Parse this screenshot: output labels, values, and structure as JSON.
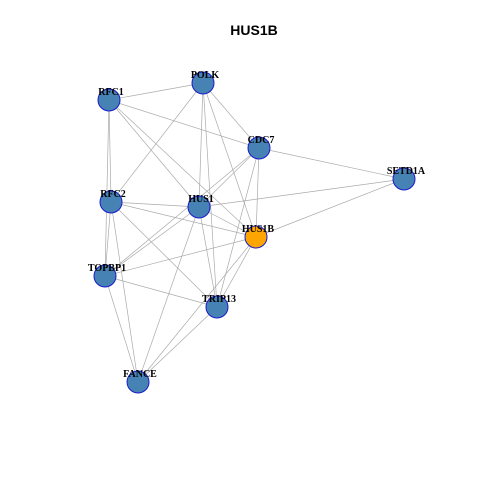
{
  "title": "HUS1B",
  "colors": {
    "node_default": "#4682B4",
    "node_focus": "#FFA500",
    "node_border": "#1a1acc",
    "edge": "#aaaaaa"
  },
  "focus_node": "HUS1B",
  "nodes": [
    "POLK",
    "RFC1",
    "CDC7",
    "SETD1A",
    "RFC2",
    "HUS1",
    "HUS1B",
    "TOPBP1",
    "TRIP13",
    "FANCE"
  ],
  "edges": [
    [
      "RFC1",
      "POLK"
    ],
    [
      "RFC1",
      "CDC7"
    ],
    [
      "RFC1",
      "RFC2"
    ],
    [
      "RFC1",
      "TOPBP1"
    ],
    [
      "RFC1",
      "HUS1"
    ],
    [
      "RFC1",
      "HUS1B"
    ],
    [
      "POLK",
      "CDC7"
    ],
    [
      "POLK",
      "RFC2"
    ],
    [
      "POLK",
      "HUS1"
    ],
    [
      "POLK",
      "HUS1B"
    ],
    [
      "POLK",
      "TRIP13"
    ],
    [
      "CDC7",
      "SETD1A"
    ],
    [
      "CDC7",
      "HUS1"
    ],
    [
      "CDC7",
      "HUS1B"
    ],
    [
      "CDC7",
      "TOPBP1"
    ],
    [
      "CDC7",
      "TRIP13"
    ],
    [
      "SETD1A",
      "HUS1"
    ],
    [
      "SETD1A",
      "HUS1B"
    ],
    [
      "RFC2",
      "HUS1"
    ],
    [
      "RFC2",
      "HUS1B"
    ],
    [
      "RFC2",
      "TOPBP1"
    ],
    [
      "RFC2",
      "TRIP13"
    ],
    [
      "RFC2",
      "FANCE"
    ],
    [
      "HUS1",
      "HUS1B"
    ],
    [
      "HUS1",
      "TOPBP1"
    ],
    [
      "HUS1",
      "TRIP13"
    ],
    [
      "HUS1",
      "FANCE"
    ],
    [
      "HUS1B",
      "TOPBP1"
    ],
    [
      "HUS1B",
      "TRIP13"
    ],
    [
      "HUS1B",
      "FANCE"
    ],
    [
      "TOPBP1",
      "TRIP13"
    ],
    [
      "TOPBP1",
      "FANCE"
    ],
    [
      "TRIP13",
      "FANCE"
    ]
  ]
}
